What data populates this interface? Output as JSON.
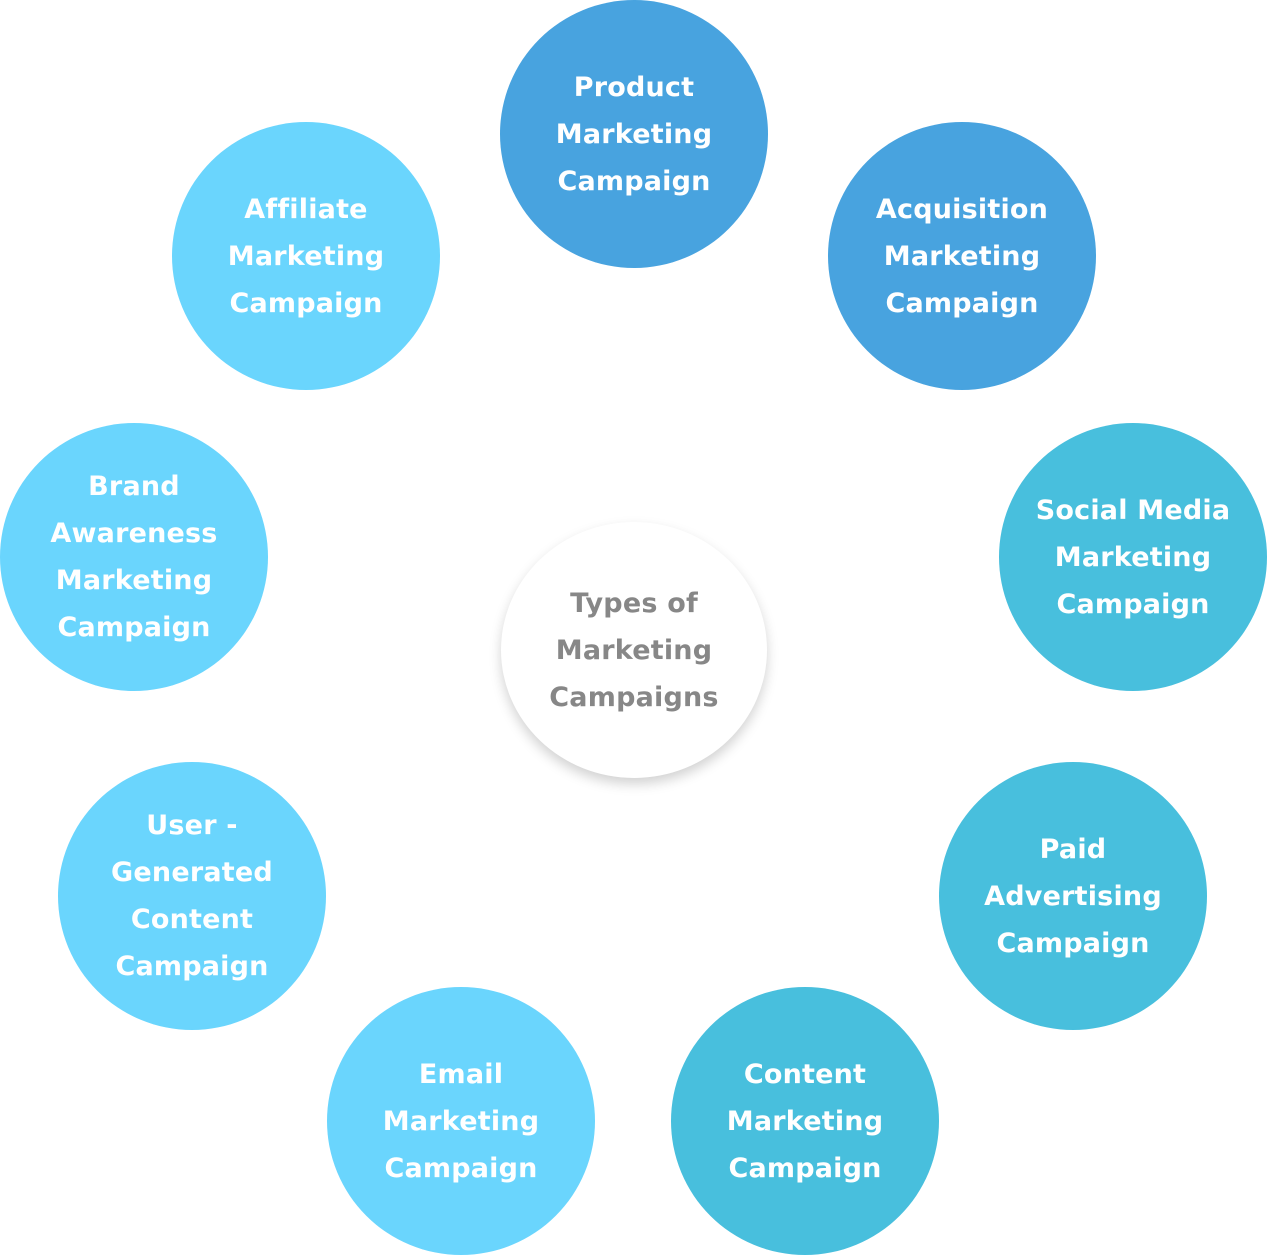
{
  "center": {
    "lines": [
      "Types of",
      "Marketing",
      "Campaigns"
    ],
    "color": "#FFFFFF",
    "text_color": "#878787"
  },
  "campaigns": [
    {
      "lines": [
        "Product",
        "Marketing",
        "Campaign"
      ],
      "color": "#48A3DF"
    },
    {
      "lines": [
        "Acquisition",
        "Marketing",
        "Campaign"
      ],
      "color": "#48A3DF"
    },
    {
      "lines": [
        "Social Media",
        "Marketing",
        "Campaign"
      ],
      "color": "#48BFDD"
    },
    {
      "lines": [
        "Paid",
        "Advertising",
        "Campaign"
      ],
      "color": "#48BFDD"
    },
    {
      "lines": [
        "Content",
        "Marketing",
        "Campaign"
      ],
      "color": "#48BFDD"
    },
    {
      "lines": [
        "Email",
        "Marketing",
        "Campaign"
      ],
      "color": "#6AD5FD"
    },
    {
      "lines": [
        "User -",
        "Generated",
        "Content",
        "Campaign"
      ],
      "color": "#6AD5FD"
    },
    {
      "lines": [
        "Brand",
        "Awareness",
        "Marketing",
        "Campaign"
      ],
      "color": "#6AD5FD"
    },
    {
      "lines": [
        "Affiliate",
        "Marketing",
        "Campaign"
      ],
      "color": "#6AD5FD"
    }
  ]
}
